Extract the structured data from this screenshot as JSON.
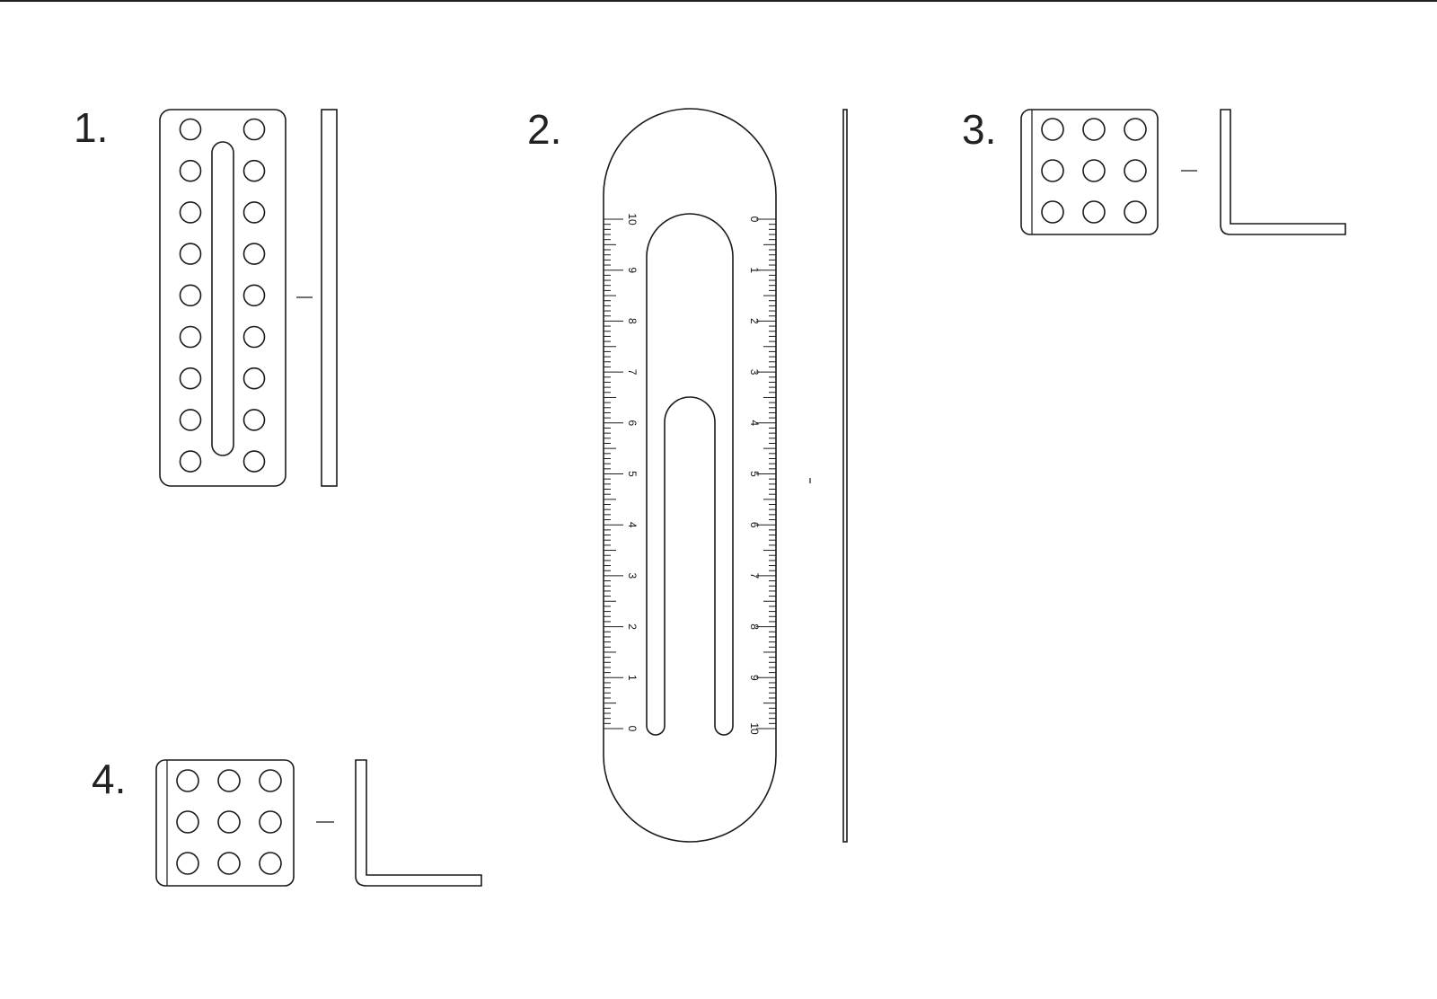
{
  "figures": [
    {
      "id": "1",
      "label": "1.",
      "part": "perforated-flat-plate"
    },
    {
      "id": "2",
      "label": "2.",
      "part": "paperclip-ruler"
    },
    {
      "id": "3",
      "label": "3.",
      "part": "perforated-angle-bracket"
    },
    {
      "id": "4",
      "label": "4.",
      "part": "perforated-angle-bracket"
    }
  ],
  "ruler": {
    "left_scale": [
      "10",
      "9",
      "8",
      "7",
      "6",
      "5",
      "4",
      "3",
      "2",
      "1",
      "0"
    ],
    "right_scale": [
      "0",
      "1",
      "2",
      "3",
      "4",
      "5",
      "6",
      "7",
      "8",
      "9",
      "10"
    ]
  },
  "colors": {
    "line": "#1a1a1a",
    "background": "#ffffff"
  }
}
